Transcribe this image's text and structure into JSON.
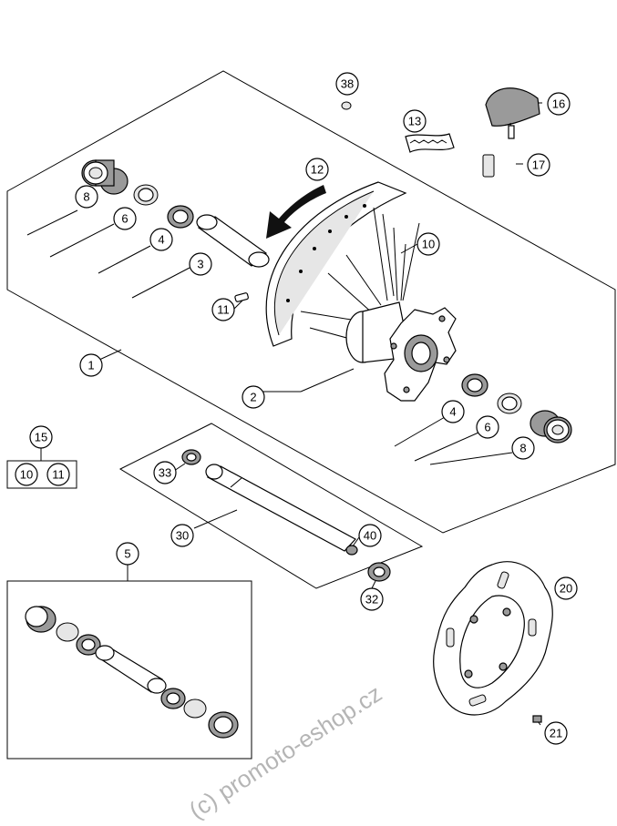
{
  "callouts": {
    "c1": "1",
    "c2": "2",
    "c3": "3",
    "c4a": "4",
    "c4b": "4",
    "c5": "5",
    "c6a": "6",
    "c6b": "6",
    "c8a": "8",
    "c8b": "8",
    "c10a": "10",
    "c10b": "10",
    "c11a": "11",
    "c11b": "11",
    "c12": "12",
    "c13": "13",
    "c15": "15",
    "c16": "16",
    "c17": "17",
    "c20": "20",
    "c21": "21",
    "c30": "30",
    "c32": "32",
    "c33": "33",
    "c38": "38",
    "c40": "40"
  },
  "watermark": "(c) promoto-eshop.cz",
  "colors": {
    "line": "#000000",
    "metal": "#9a9a9a",
    "watermark": "#b5b5b5"
  }
}
